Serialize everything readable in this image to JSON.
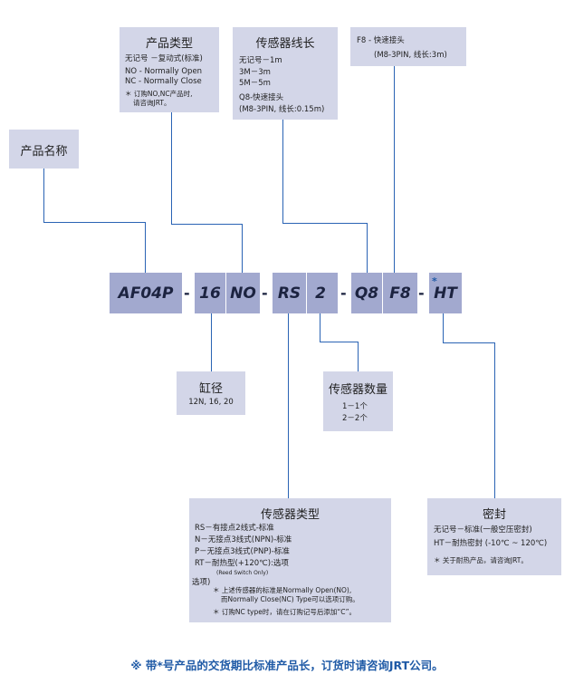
{
  "product_type": {
    "title": "产品类型",
    "lines": [
      "无记号 －复动式(标准)",
      "NO - Normally Open",
      "NC - Normally Close"
    ],
    "notes": [
      "＊ 订购NO,NC产品时,",
      "请咨询JRT。"
    ]
  },
  "sensor_cable": {
    "title": "传感器线长",
    "lines": [
      "无记号－1m",
      "3M－3m",
      "5M－5m",
      "Q8-快速接头",
      "(M8-3PIN, 线长:0.15m)"
    ]
  },
  "connector": {
    "lines": [
      "F8 - 快速接头",
      "(M8-3PIN, 线长:3m)"
    ]
  },
  "product_name": {
    "title": "产品名称"
  },
  "code": {
    "model": "AF04P",
    "bore": "16",
    "action": "NO",
    "sensor_type": "RS",
    "sensor_count": "2",
    "cable": "Q8",
    "connector": "F8",
    "seal": "HT",
    "seal_star": "*",
    "sep": "-"
  },
  "bore": {
    "title": "缸径",
    "values": "12N, 16, 20"
  },
  "sensor_qty": {
    "title": "传感器数量",
    "lines": [
      "1－1个",
      "2－2个"
    ]
  },
  "sensor_types": {
    "title": "传感器类型",
    "lines": [
      "RS－有接点2线式-标准",
      "N－无接点3线式(NPN)-标准",
      "P－无接点3线式(PNP)-标准",
      "RT－耐热型(+120℃):选项"
    ],
    "reed_note": "(Reed Switch Only)",
    "option_label": "选项)",
    "notes": [
      "＊ 上述传感器的标准是Normally Open(NO),",
      "而Normally Close(NC) Type可以选项订购。",
      "＊ 订购NC type时，请在订购记号后添加“C”。"
    ]
  },
  "seal": {
    "title": "密封",
    "lines": [
      "无记号－标准(一般空压密封)",
      "HT－耐热密封 (-10℃ ~ 120℃)"
    ],
    "note": "＊ 关于耐热产品，请咨询JRT。"
  },
  "footer": "※  带*号产品的交货期比标准产品长，订货时请咨询JRT公司。",
  "colors": {
    "box": "#d3d6e8",
    "segment": "#a2a9cf",
    "line": "#2a63b4",
    "footer": "#1f5aa6"
  }
}
